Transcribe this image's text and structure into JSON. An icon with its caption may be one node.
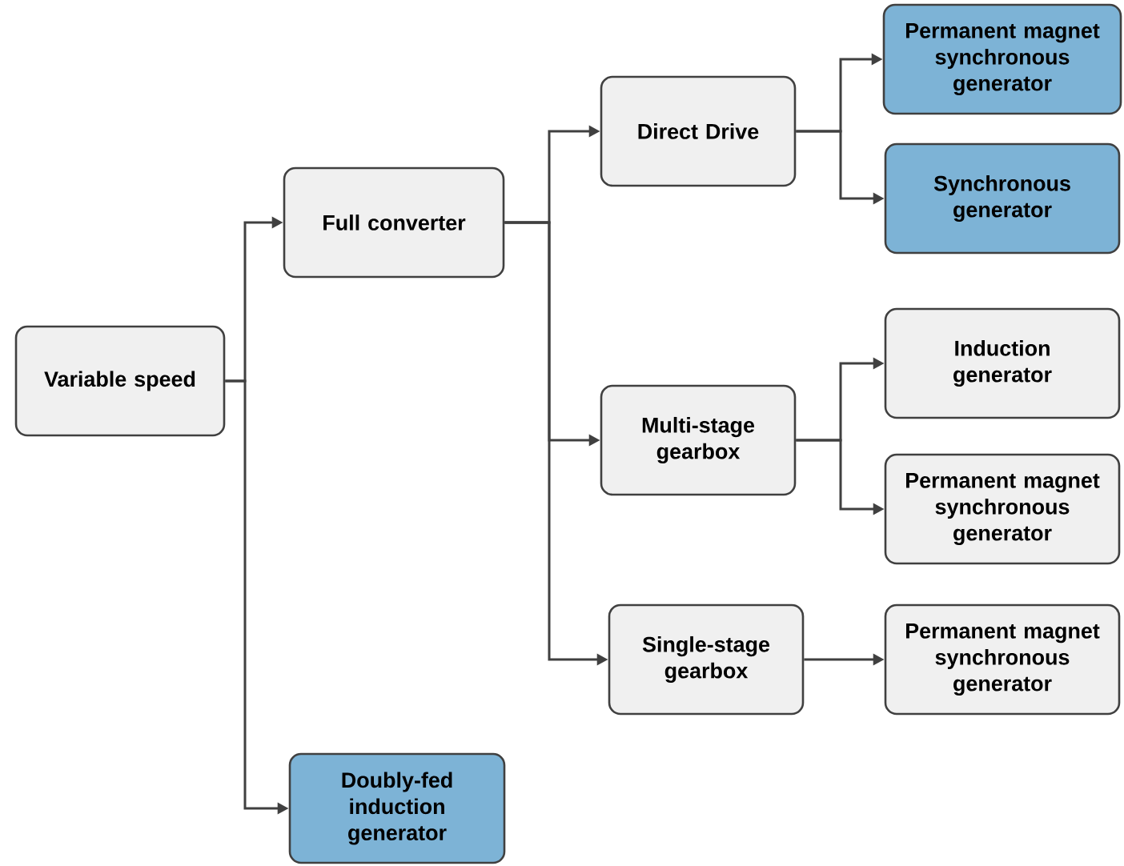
{
  "diagram": {
    "nodes": [
      {
        "text": [
          "Variable speed"
        ]
      },
      {
        "text": [
          "Full converter"
        ]
      },
      {
        "text": [
          "Doubly-fed induction generator"
        ]
      },
      {
        "text": [
          "Direct Drive"
        ]
      },
      {
        "text": [
          "Multi-stage gearbox"
        ]
      },
      {
        "text": [
          "Single-stage gearbox"
        ]
      },
      {
        "text": [
          "Permanent magnet synchronous generator"
        ]
      },
      {
        "text": [
          "Synchronous generator"
        ]
      },
      {
        "text": [
          "Induction generator"
        ]
      },
      {
        "text": [
          "Permanent magnet synchronous generator"
        ]
      },
      {
        "text": [
          "Permanent magnet synchronous generator"
        ]
      }
    ],
    "edges": [
      {
        "from": 0,
        "to": 1,
        "arrow": "to"
      },
      {
        "from": 0,
        "to": 2,
        "arrow": "to"
      },
      {
        "from": 1,
        "to": 3,
        "arrow": "to"
      },
      {
        "from": 1,
        "to": 4,
        "arrow": "to"
      },
      {
        "from": 1,
        "to": 5,
        "arrow": "to"
      },
      {
        "from": 3,
        "to": 6,
        "arrow": "to"
      },
      {
        "from": 3,
        "to": 7,
        "arrow": "to"
      },
      {
        "from": 4,
        "to": 8,
        "arrow": "to"
      },
      {
        "from": 4,
        "to": 9,
        "arrow": "to"
      },
      {
        "from": 5,
        "to": 10,
        "arrow": "to"
      }
    ]
  }
}
